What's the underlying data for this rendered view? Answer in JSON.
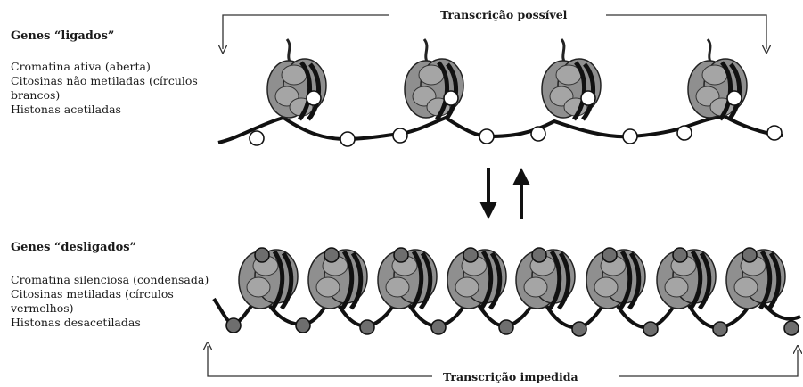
{
  "top": {
    "banner": "Transcrição possível",
    "title": "Genes “ligados”",
    "lines": [
      "Cromatina ativa (aberta)",
      "Citosinas não metiladas (círculos",
      "brancos)",
      "Histonas acetiladas"
    ]
  },
  "bottom": {
    "banner": "Transcrição impedida",
    "title": "Genes “desligados”",
    "lines": [
      "Cromatina silenciosa (condensada)",
      "Citosinas metiladas (círculos",
      "vermelhos)",
      "Histonas desacetiladas"
    ]
  },
  "colors": {
    "stroke": "#111111",
    "histone_fill": "#8f8f8f",
    "unmethylated_cytosine": "#ffffff",
    "methylated_cytosine": "#6e6e6e"
  },
  "icons": [
    "arrow-down-icon",
    "arrow-up-icon"
  ]
}
